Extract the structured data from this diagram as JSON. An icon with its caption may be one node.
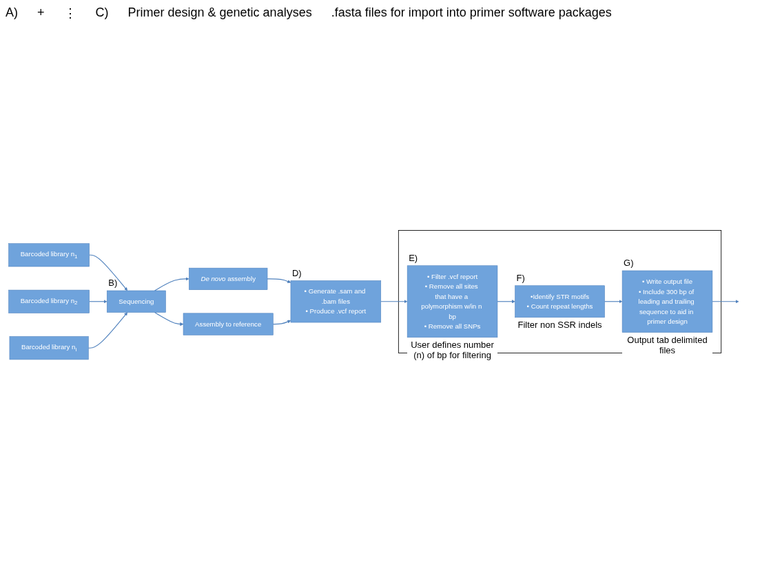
{
  "diagram": {
    "nodes": [
      {
        "text": [
          "Barcoded library n$_{1}$"
        ]
      },
      {
        "text": [
          "Barcoded library n$_{2}$"
        ]
      },
      {
        "text": [
          "Barcoded library n$_{i}$"
        ]
      },
      {
        "text": [
          "Sequencing"
        ],
        "beside": [
          "B)"
        ]
      },
      {
        "text": [
          "*De novo* assembly"
        ]
      },
      {
        "text": [
          "Assembly to reference"
        ]
      },
      {
        "text": [
          "• Generate .sam and .bam files",
          "• Produce .vcf report"
        ],
        "beside": [
          "D)"
        ]
      },
      {
        "text": [],
        "shape": "box"
      },
      {
        "text": [
          "• Filter .vcf report",
          "• Remove all sites that have a polymorphism w/in n bp",
          "• Remove all SNPs"
        ],
        "in": 7,
        "beside": [
          "E)",
          "User defines number (n) of bp for filtering"
        ]
      },
      {
        "text": [
          "•Identify STR motifs",
          "• Count repeat lengths"
        ],
        "in": 7,
        "beside": [
          "F)",
          "Filter non SSR indels"
        ]
      },
      {
        "text": [
          "• Write output file",
          "• Include 300 bp of leading and trailing sequence to aid in primer design"
        ],
        "in": 7,
        "beside": [
          "G)",
          "Output tab delimited files"
        ]
      }
    ],
    "edges": [
      {
        "from": 0,
        "to": 3,
        "arrow": "to"
      },
      {
        "from": 1,
        "to": 3,
        "arrow": "to"
      },
      {
        "from": 2,
        "to": 3,
        "arrow": "to"
      },
      {
        "from": 3,
        "to": 4,
        "arrow": "to"
      },
      {
        "from": 3,
        "to": 5,
        "arrow": "to"
      },
      {
        "from": 4,
        "to": 6,
        "arrow": "to"
      },
      {
        "from": 5,
        "to": 6,
        "arrow": "to"
      },
      {
        "from": 6,
        "to": 8,
        "arrow": "to"
      },
      {
        "from": 8,
        "to": 9,
        "arrow": "to"
      },
      {
        "from": 9,
        "to": 10,
        "arrow": "to"
      },
      {
        "from": 10,
        "to": null,
        "arrow": "to"
      }
    ],
    "labels": [
      "A)",
      "+",
      "⋮",
      "C)",
      "Primer design & genetic analyses",
      ".fasta files for import into primer software packages"
    ]
  }
}
